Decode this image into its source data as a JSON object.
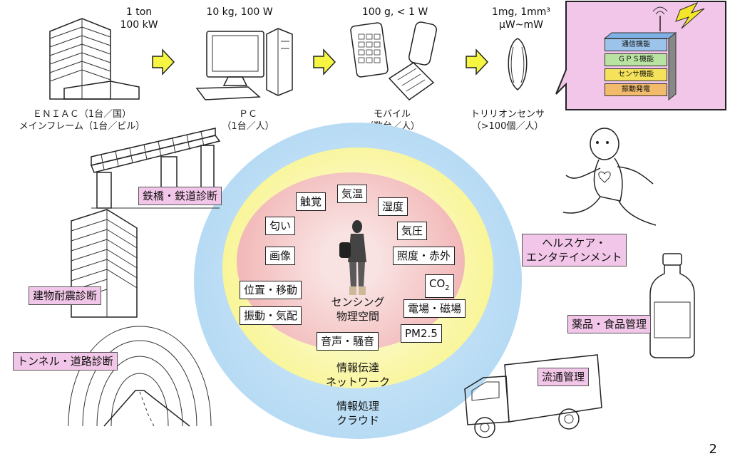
{
  "top_specs": {
    "eniac": "1 ton\n100 kW",
    "pc": "10 kg, 100 W",
    "mobile": "100 g, < 1 W",
    "sensor": "1mg, 1mm³\nμW~mW"
  },
  "top_captions": {
    "eniac": "ＥＮＩＡＣ（1台／国）\nメインフレーム（1台／ビル）",
    "pc": "ＰＣ\n（1台／人）",
    "mobile": "モバイル\n（数台／人）",
    "sensor": "トリリオンセンサ\n（>100個／人）"
  },
  "sensor_stack": [
    "通信機能",
    "ＧＰＳ機能",
    "センサ機能",
    "振動発電"
  ],
  "center_labels": {
    "sensing_space": "センシング\n物理空間",
    "network": "情報伝達\nネットワーク",
    "cloud": "情報処理\nクラウド"
  },
  "senses": {
    "touch": "触覚",
    "temperature": "気温",
    "humidity": "湿度",
    "smell": "匂い",
    "pressure": "気圧",
    "image": "画像",
    "illuminance": "照度・赤外",
    "position": "位置・移動",
    "co2_base": "CO",
    "co2_sub": "2",
    "vibration": "振動・気配",
    "field": "電場・磁場",
    "sound": "音声・騒音",
    "pm": "PM2.5"
  },
  "applications": {
    "bridge": "鉄橋・鉄道診断",
    "building": "建物耐震診断",
    "tunnel": "トンネル・道路診断",
    "health": "ヘルスケア・\nエンタテインメント",
    "medicine": "薬品・食品管理",
    "logistics": "流通管理"
  },
  "page_number": "2",
  "colors": {
    "arrow_yellow": "#f5f542",
    "pink_label": "#f2c6e8",
    "cloud_blue": "#a9d4f2",
    "network_yellow": "#f7f27a",
    "core_pink": "#f0a8a8",
    "layer_blue": "#9cc3ea",
    "layer_green": "#b9e3a0",
    "layer_yellow": "#f3e25a",
    "layer_orange": "#f1bb6b"
  }
}
